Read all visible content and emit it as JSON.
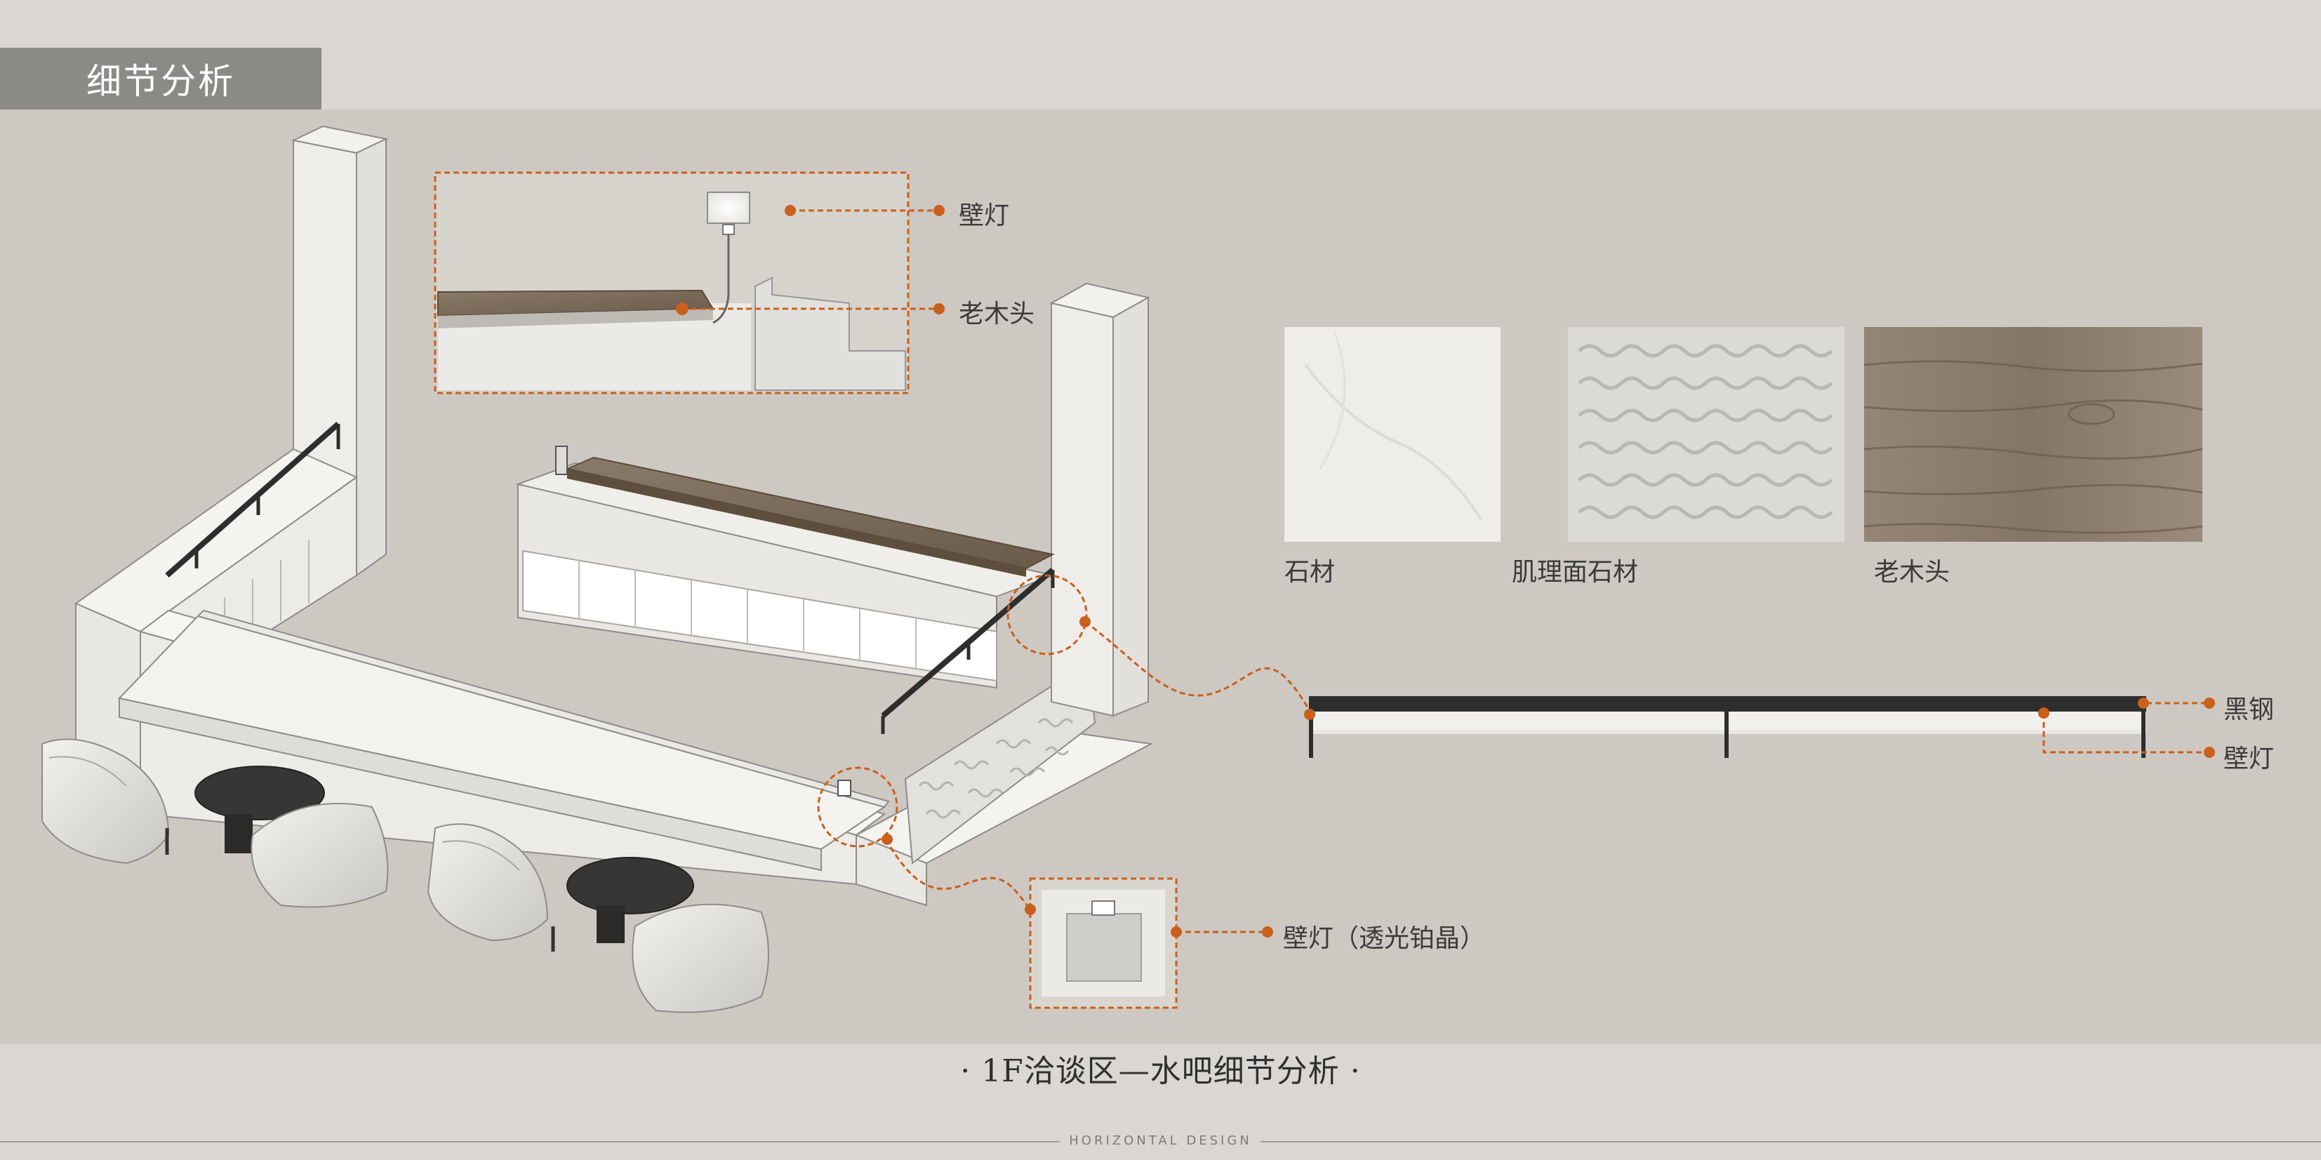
{
  "header": {
    "title": "细节分析"
  },
  "labels": {
    "wall_lamp": "壁灯",
    "old_wood": "老木头",
    "stone": "石材",
    "textured_stone": "肌理面石材",
    "old_wood_sample": "老木头",
    "black_steel": "黑钢",
    "wall_lamp_rail": "壁灯",
    "wall_lamp_crystal": "壁灯（透光铂晶）"
  },
  "caption": "· 1F洽谈区—水吧细节分析 ·",
  "footer": "HORIZONTAL DESIGN",
  "colors": {
    "accent": "#c9601c",
    "background": "#cdc8c1",
    "band": "#dad7d2",
    "title_box": "#8b8a87",
    "wood": "#7a6a5a",
    "steel": "#333333"
  }
}
